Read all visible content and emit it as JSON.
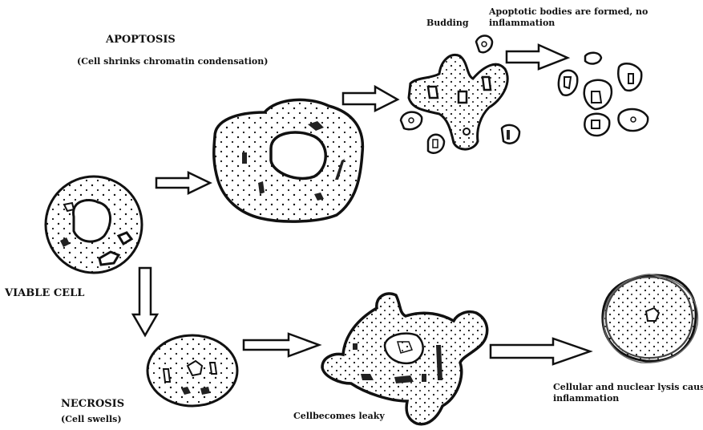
{
  "labels": {
    "apoptosis_title": "APOPTOSIS",
    "apoptosis_desc": "(Cell shrinks chromatin condensation)",
    "budding": "Budding",
    "apoptotic_bodies_line1": "Apoptotic bodies are formed, no",
    "apoptotic_bodies_line2": "inflammation",
    "viable_cell": "VIABLE CELL",
    "necrosis_title": "NECROSIS",
    "necrosis_desc": "(Cell swells)",
    "leaky": "Cellbecomes leaky",
    "lysis_line1": "Cellular and nuclear lysis causes",
    "lysis_line2": "inflammation"
  }
}
